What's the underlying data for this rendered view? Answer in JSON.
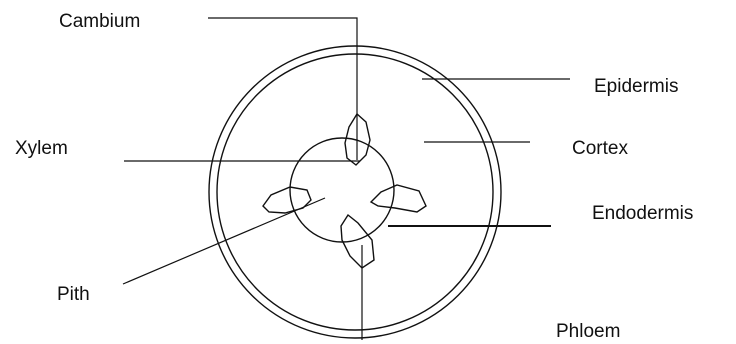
{
  "labels": {
    "cambium": "Cambium",
    "epidermis": "Epidermis",
    "xylem": "Xylem",
    "cortex": "Cortex",
    "endodermis": "Endodermis",
    "pith": "Pith",
    "phloem": "Phloem"
  }
}
